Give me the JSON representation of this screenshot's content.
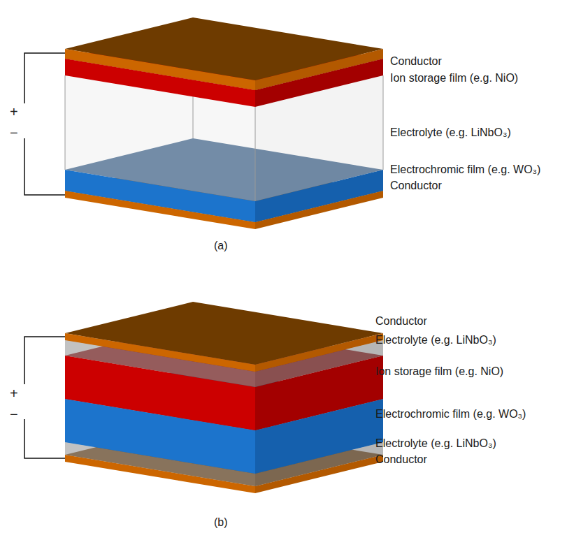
{
  "diagram": {
    "labels": [
      "+",
      "−",
      "Conductor",
      "Ion storage film (e.g. NiO)",
      "Electrolyte (e.g. LiNbO₃)",
      "Electrochromic film (e.g. WO₃)",
      "Conductor",
      "(a)",
      "+",
      "−",
      "Conductor",
      "Electrolyte (e.g. LiNbO₃)",
      "Ion storage film (e.g. NiO)",
      "Electrochromic film (e.g. WO₃)",
      "Electrolyte (e.g. LiNbO₃)",
      "Conductor",
      "(b)"
    ]
  }
}
